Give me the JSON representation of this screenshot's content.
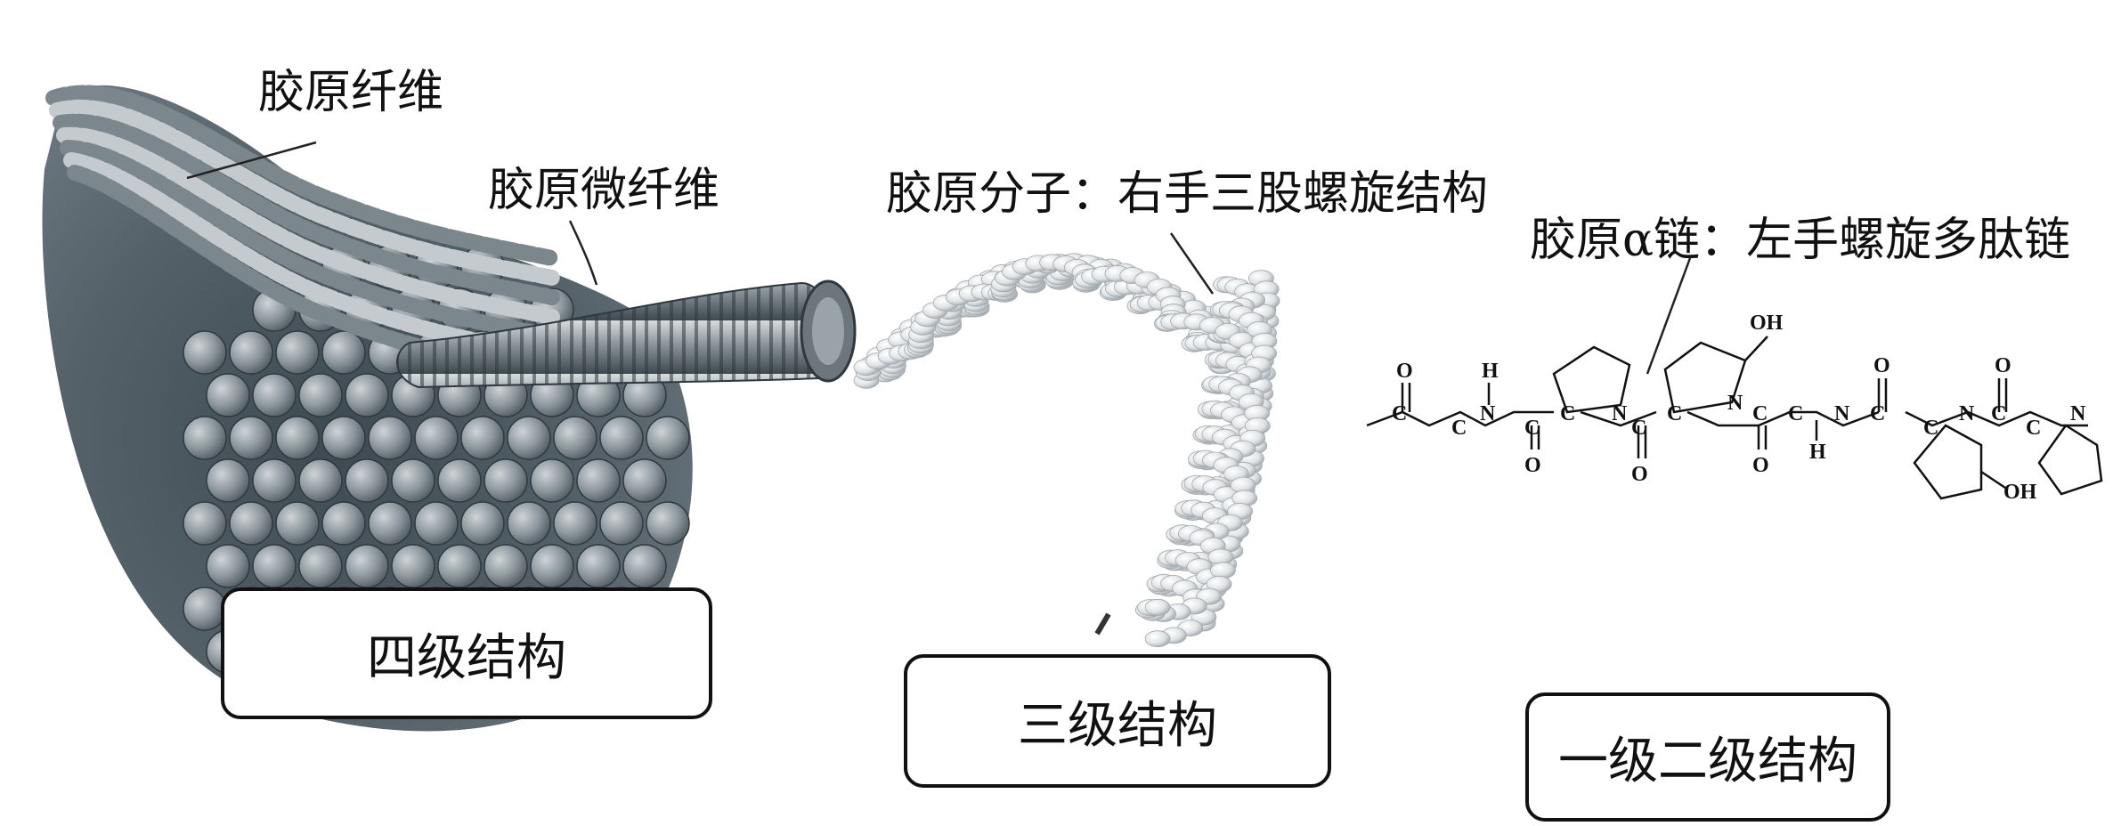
{
  "labels": {
    "collagen_fiber": "胶原纤维",
    "collagen_microfibril": "胶原微纤维",
    "collagen_molecule": "胶原分子：右手三股螺旋结构",
    "collagen_alpha_chain": "胶原α链：左手螺旋多肽链"
  },
  "levels": {
    "quaternary": "四级结构",
    "tertiary": "三级结构",
    "primary_secondary": "一级二级结构"
  },
  "chem": {
    "o": "O",
    "c": "C",
    "n": "N",
    "h": "H",
    "oh": "OH"
  },
  "colors": {
    "fiber_dark": "#4f5b63",
    "fiber_mid": "#7c868d",
    "fiber_light": "#c4cacd",
    "helix_light": "#e6e8e9",
    "helix_shadow": "#a3a9ad"
  }
}
